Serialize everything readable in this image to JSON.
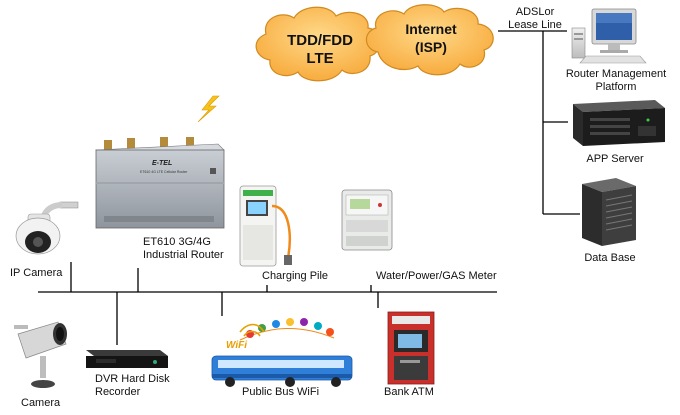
{
  "clouds": {
    "lte": [
      "TDD/FDD",
      "LTE"
    ],
    "internet": [
      "Internet",
      "(ISP)"
    ]
  },
  "wan_link": [
    "ADSLor",
    "Lease Line"
  ],
  "servers": {
    "router_mgmt": [
      "Router Management",
      "Platform"
    ],
    "app_server": "APP Server",
    "data_base": "Data Base"
  },
  "router": {
    "brand": "E-TEL",
    "model_text": "ET610 4G LTE Cellular Router",
    "label": [
      "ET610 3G/4G",
      "Industrial  Router"
    ]
  },
  "devices": {
    "ip_camera": "IP Camera",
    "charging_pile": "Charging Pile",
    "meter": "Water/Power/GAS Meter",
    "camera": "Camera",
    "dvr": [
      "DVR Hard Disk",
      "Recorder"
    ],
    "bus": "Public Bus WiFi",
    "bus_wifi_logo": "WiFi",
    "atm": "Bank ATM"
  },
  "colors": {
    "cloud_fill": "#fbbb5c",
    "cloud_stroke": "#d08a20",
    "lightning": "#f7c21a",
    "line": "#000000"
  }
}
